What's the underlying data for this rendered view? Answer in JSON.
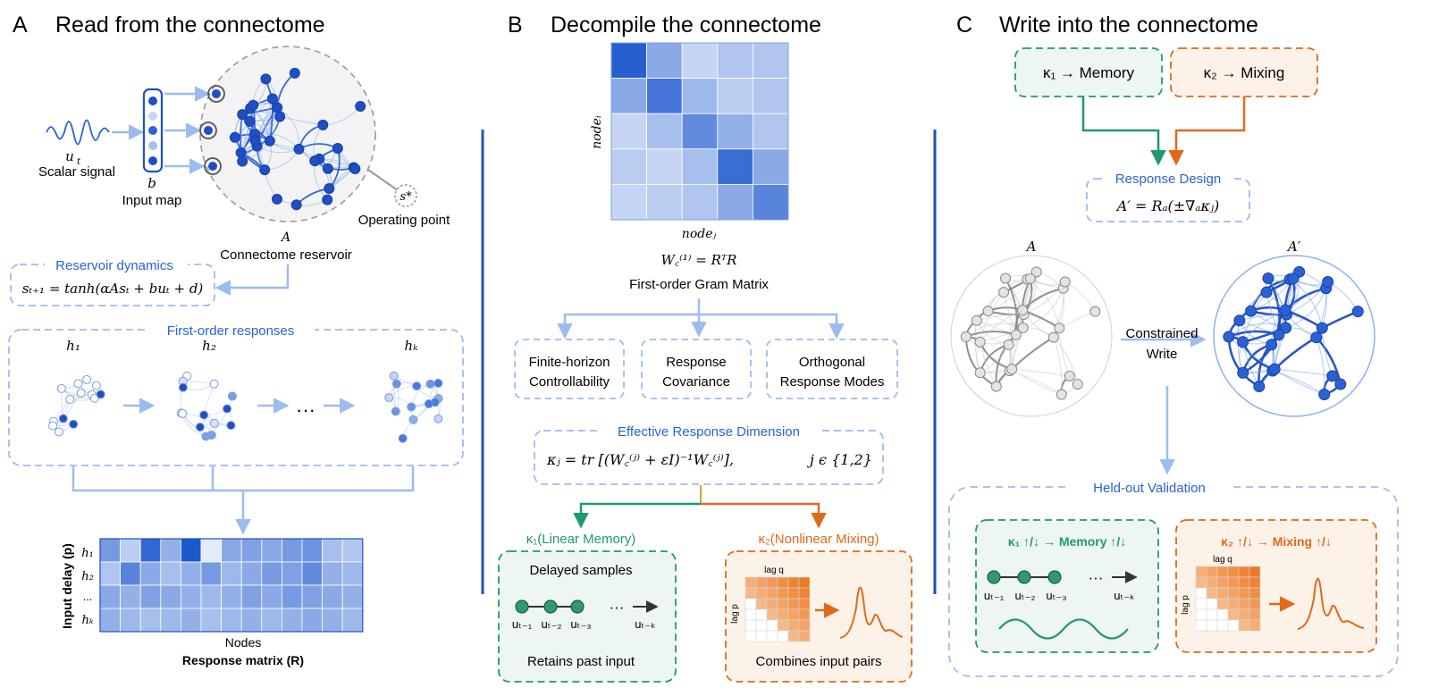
{
  "panel_a": {
    "letter": "A",
    "title": "Read from the connectome",
    "signal_sub": "u",
    "signal_sub_idx": "t",
    "signal_label": "Scalar signal",
    "input_map_var": "b",
    "input_map_label": "Input map",
    "reservoir_var": "A",
    "reservoir_label": "Connectome reservoir",
    "operating_point_var": "s*",
    "operating_point_label": "Operating point",
    "dynamics_title": "Reservoir dynamics",
    "dynamics_eq": "sₜ₊₁ = tanh(αAsₜ + buₜ + d)",
    "responses_title": "First-order responses",
    "h1": "h₁",
    "h2": "h₂",
    "hk": "hₖ",
    "dots": "···",
    "matrix_row_labels": [
      "h₁",
      "h₂",
      "...",
      "hₖ"
    ],
    "matrix_ylabel": "Input delay (p)",
    "matrix_xlabel": "Nodes",
    "matrix_title": "Response matrix (R)"
  },
  "panel_b": {
    "letter": "B",
    "title": "Decompile the connectome",
    "yaxis": "nodeᵢ",
    "xaxis": "nodeⱼ",
    "gram_eq": "W꜀⁽¹⁾ = RᵀR",
    "gram_label": "First-order Gram Matrix",
    "box1_line1": "Finite-horizon",
    "box1_line2": "Controllability",
    "box2_line1": "Response",
    "box2_line2": "Covariance",
    "box3_line1": "Orthogonal",
    "box3_line2": "Response Modes",
    "erd_title": "Effective Response Dimension",
    "erd_eq": "κⱼ =  tr [(W꜀⁽ʲ⁾ + εI)⁻¹W꜀⁽ʲ⁾],",
    "erd_idx": "j ϵ {1,2}",
    "k1_title": "κ₁(Linear Memory)",
    "k2_title": "κ₂(Nonlinear Mixing)",
    "mem_top": "Delayed samples",
    "mem_bottom": "Retains past input",
    "lags": [
      "uₜ₋₁",
      "uₜ₋₂",
      "uₜ₋₃",
      "uₜ₋ₖ"
    ],
    "mix_lagq": "lag q",
    "mix_lagp": "lag p",
    "mix_bottom": "Combines input pairs"
  },
  "panel_c": {
    "letter": "C",
    "title": "Write into the connectome",
    "k1_box": "κ₁ →  Memory",
    "k2_box": "κ₂ →  Mixing",
    "design_title": "Response Design",
    "design_eq": "A′ = Rₐ(±∇ₐκⱼ)",
    "graph_a": "A",
    "graph_a2": "A′",
    "write_line1": "Constrained",
    "write_line2": "Write",
    "validation_title": "Held-out Validation",
    "val_k1": "κ₁ ↑/↓ → Memory ↑/↓",
    "val_k2": "κ₂ ↑/↓ → Mixing ↑/↓",
    "lags": [
      "uₜ₋₁",
      "uₜ₋₂",
      "uₜ₋₃",
      "uₜ₋ₖ"
    ],
    "mix_lagq": "lag q",
    "mix_lagp": "lag p"
  },
  "colors": {
    "accent_blue": "#2a62d6",
    "light_blue": "#9cbcef",
    "green": "#1f9a6c",
    "orange": "#e06a1a"
  },
  "gram_matrix": [
    [
      0.95,
      0.45,
      0.15,
      0.25,
      0.25
    ],
    [
      0.45,
      0.8,
      0.35,
      0.2,
      0.25
    ],
    [
      0.15,
      0.3,
      0.65,
      0.4,
      0.25
    ],
    [
      0.2,
      0.15,
      0.3,
      0.85,
      0.45
    ],
    [
      0.15,
      0.2,
      0.25,
      0.45,
      0.7
    ]
  ],
  "response_matrix": [
    [
      0.55,
      0.2,
      0.9,
      0.4,
      1.0,
      0.0,
      0.45,
      0.5,
      0.45,
      0.55,
      0.6,
      0.3,
      0.25
    ],
    [
      0.25,
      0.7,
      0.45,
      0.3,
      0.4,
      0.55,
      0.35,
      0.45,
      0.55,
      0.5,
      0.65,
      0.4,
      0.35
    ],
    [
      0.45,
      0.4,
      0.5,
      0.45,
      0.4,
      0.35,
      0.4,
      0.5,
      0.45,
      0.55,
      0.5,
      0.45,
      0.4
    ],
    [
      0.4,
      0.35,
      0.3,
      0.35,
      0.4,
      0.3,
      0.35,
      0.4,
      0.35,
      0.4,
      0.45,
      0.4,
      0.35
    ]
  ]
}
